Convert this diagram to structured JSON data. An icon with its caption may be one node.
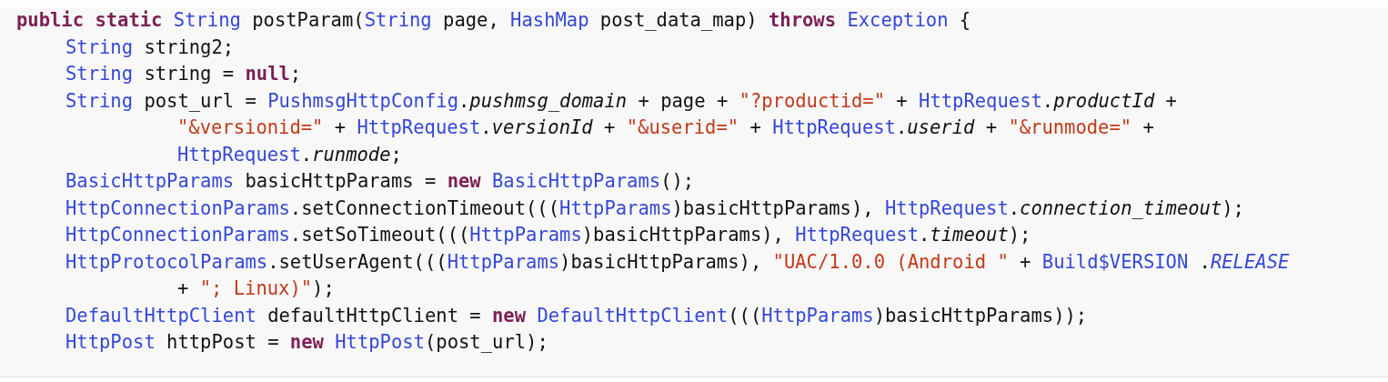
{
  "diagram": {
    "labels": [
      "**public** **static** String postParam(String page, HashMap post_data_map) **throws** Exception {",
      "String string2;",
      "String string = **null**;",
      "String post_url = PushmsgHttpConfig.*pushmsg_domain* + page + \"?productid=\" + HttpRequest.*productId* + \"&versionid=\" + HttpRequest.*versionId* + \"&userid=\" + HttpRequest.*userid* + \"&runmode=\" + HttpRequest.*runmode*;",
      "BasicHttpParams basicHttpParams = **new** BasicHttpParams();",
      "HttpConnectionParams.setConnectionTimeout(((HttpParams)basicHttpParams), HttpRequest.*connection_timeout*);",
      "HttpConnectionParams.setSoTimeout(((HttpParams)basicHttpParams), HttpRequest.*timeout*);",
      "HttpProtocolParams.setUserAgent(((HttpParams)basicHttpParams), \"UAC/1.0.0 (Android \" + Build$VERSION .*RELEASE* + \"; Linux)\");",
      "DefaultHttpClient defaultHttpClient = **new** DefaultHttpClient(((HttpParams)basicHttpParams));",
      "HttpPost httpPost = **new** HttpPost(post_url);"
    ]
  }
}
